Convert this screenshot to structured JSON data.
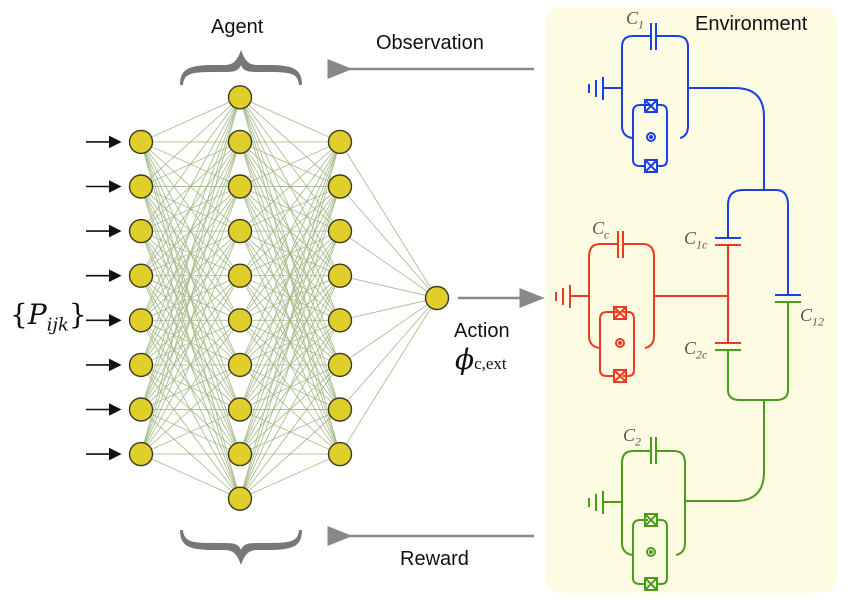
{
  "agent": {
    "title": "Agent",
    "input_label_base": "P",
    "input_label_sub": "ijk",
    "layers": [
      {
        "name": "input",
        "node_count": 8
      },
      {
        "name": "hidden",
        "node_count": 10
      },
      {
        "name": "hidden2",
        "node_count": 8
      },
      {
        "name": "output",
        "node_count": 1
      }
    ],
    "input_arrow_count": 8
  },
  "signals": {
    "observation": "Observation",
    "action": "Action",
    "action_symbol": "ϕ",
    "action_sub": "c,ext",
    "reward": "Reward"
  },
  "environment": {
    "title": "Environment",
    "capacitors": {
      "c1": {
        "base": "C",
        "sub": "1"
      },
      "cc": {
        "base": "C",
        "sub": "c"
      },
      "c1c": {
        "base": "C",
        "sub": "1c"
      },
      "c2c": {
        "base": "C",
        "sub": "2c"
      },
      "c12": {
        "base": "C",
        "sub": "12"
      },
      "c2": {
        "base": "C",
        "sub": "2"
      }
    }
  },
  "colors": {
    "node_fill": "#e0cf2a",
    "node_stroke": "#3a3a20",
    "edge": "#9fb57f",
    "qubit1": "#1f3fe6",
    "coupler": "#ee3a22",
    "qubit2": "#4c9a1c",
    "brace": "#777777",
    "env_bg": "#fdfbe2"
  }
}
